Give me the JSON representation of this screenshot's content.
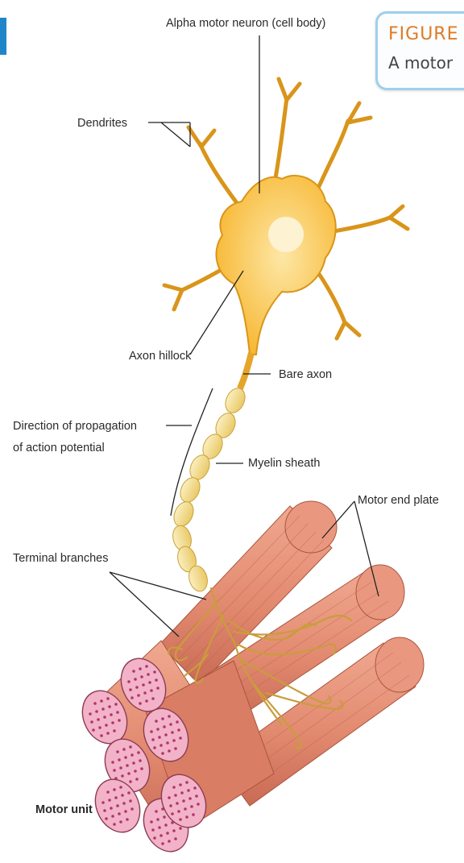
{
  "figure": {
    "title": "FIGURE",
    "caption": "A motor"
  },
  "labels": {
    "cell_body": "Alpha motor neuron (cell body)",
    "dendrites": "Dendrites",
    "axon_hillock": "Axon hillock",
    "bare_axon": "Bare axon",
    "direction_line1": "Direction of propagation",
    "direction_line2": "of action potential",
    "myelin_sheath": "Myelin sheath",
    "motor_end_plate": "Motor end plate",
    "terminal_branches": "Terminal branches",
    "motor_unit": "Motor unit"
  },
  "colors": {
    "neuron_fill": "#f7b732",
    "neuron_light": "#fde7a6",
    "nucleus": "#fdf2d2",
    "myelin": "#f6e29a",
    "muscle": "#e7947c",
    "muscle_dark": "#c96a55",
    "muscle_end": "#f2b2c8",
    "muscle_dots": "#b0356a",
    "nerve_terminal": "#e8cf7a",
    "leader_line": "#222222",
    "figure_border": "#9fd0ea",
    "figure_title": "#e07a24",
    "accent_tab": "#1e86c8"
  }
}
